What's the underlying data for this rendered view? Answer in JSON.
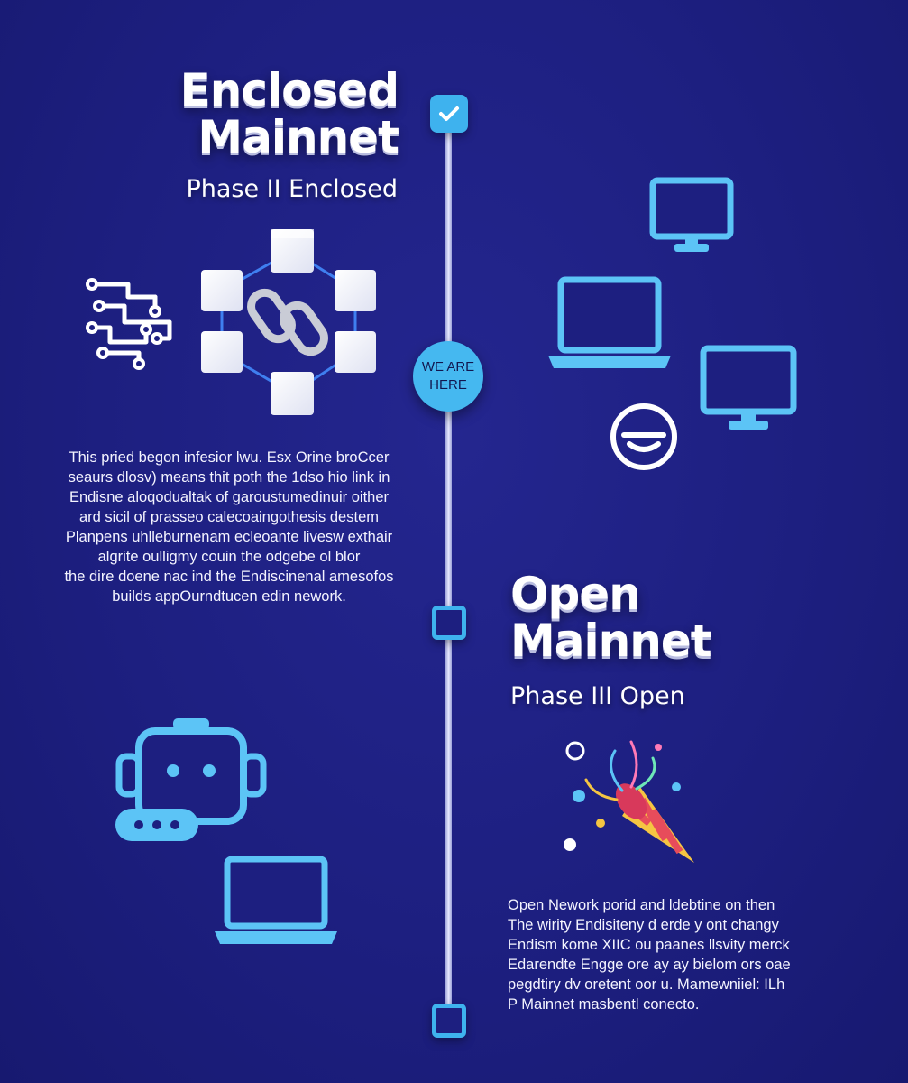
{
  "phase2": {
    "title_line1": "Enclosed",
    "title_line2": "Mainnet",
    "subtitle": "Phase II Enclosed",
    "body": [
      "This pried begon infesior lwu. Esx Orine broCcer",
      "seaurs dlosv) means thit poth the 1dso hio link in",
      "Endisne aloqodualtak of garoustumedinuir oither",
      "ard sicil of prasseo calecoaingothesis destem",
      "Planpens uhlleburnenam ecleoante livesw exthair",
      "algrite oulligmy couin the odgebe ol blor",
      "the dire doene nac ind the Endiscinenal amesofos",
      "builds appOurndtucen edin nework."
    ]
  },
  "timeline": {
    "badge_line1": "WE ARE",
    "badge_line2": "HERE"
  },
  "phase3": {
    "title_line1": "Open",
    "title_line2": "Mainnet",
    "subtitle": "Phase III Open",
    "body": [
      "Open Nework porid and ldebtine on then",
      "The wirity Endisiteny d erde y ont changy",
      "Endism kome XIIC ou paanes llsvity merck",
      "Edarendte Engge ore ay ay bielom ors oae",
      "pegdtiry dv oretent oor u. Mamewniiel: ILh",
      "P Mainnet masbentl conecto."
    ]
  },
  "colors": {
    "background": "#1d1f80",
    "accent": "#3eb2ee",
    "text": "#ffffff"
  },
  "icons": [
    "circuit-icon",
    "blockchain-network-icon",
    "chain-link-icon",
    "check-icon",
    "monitor-icon",
    "laptop-icon",
    "smiley-icon",
    "robot-icon",
    "chat-bubble-icon",
    "party-popper-icon"
  ]
}
